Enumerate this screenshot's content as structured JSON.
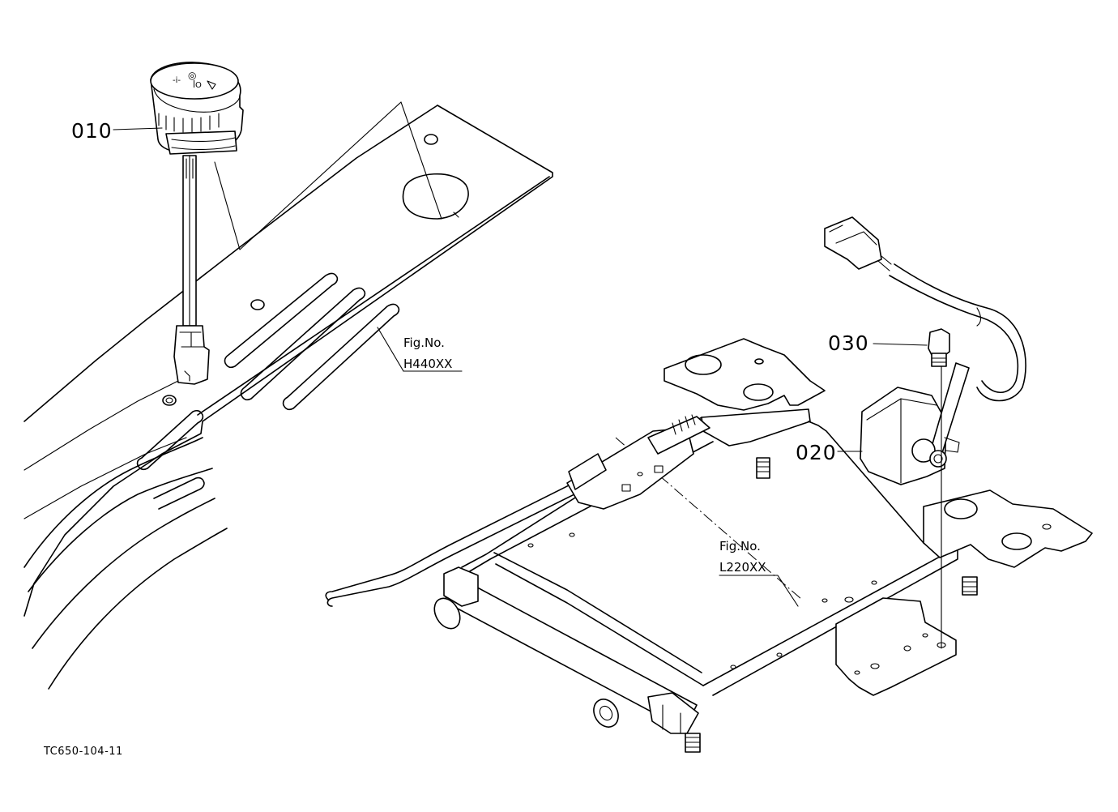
{
  "diagram": {
    "parts": [
      {
        "callout": "010"
      },
      {
        "callout": "020"
      },
      {
        "callout": "030"
      }
    ],
    "figure_refs": [
      {
        "prefix": "Fig.No.",
        "number": "H440XX"
      },
      {
        "prefix": "Fig.No.",
        "number": "L220XX"
      }
    ],
    "drawing_code": "TC650-104-11"
  }
}
